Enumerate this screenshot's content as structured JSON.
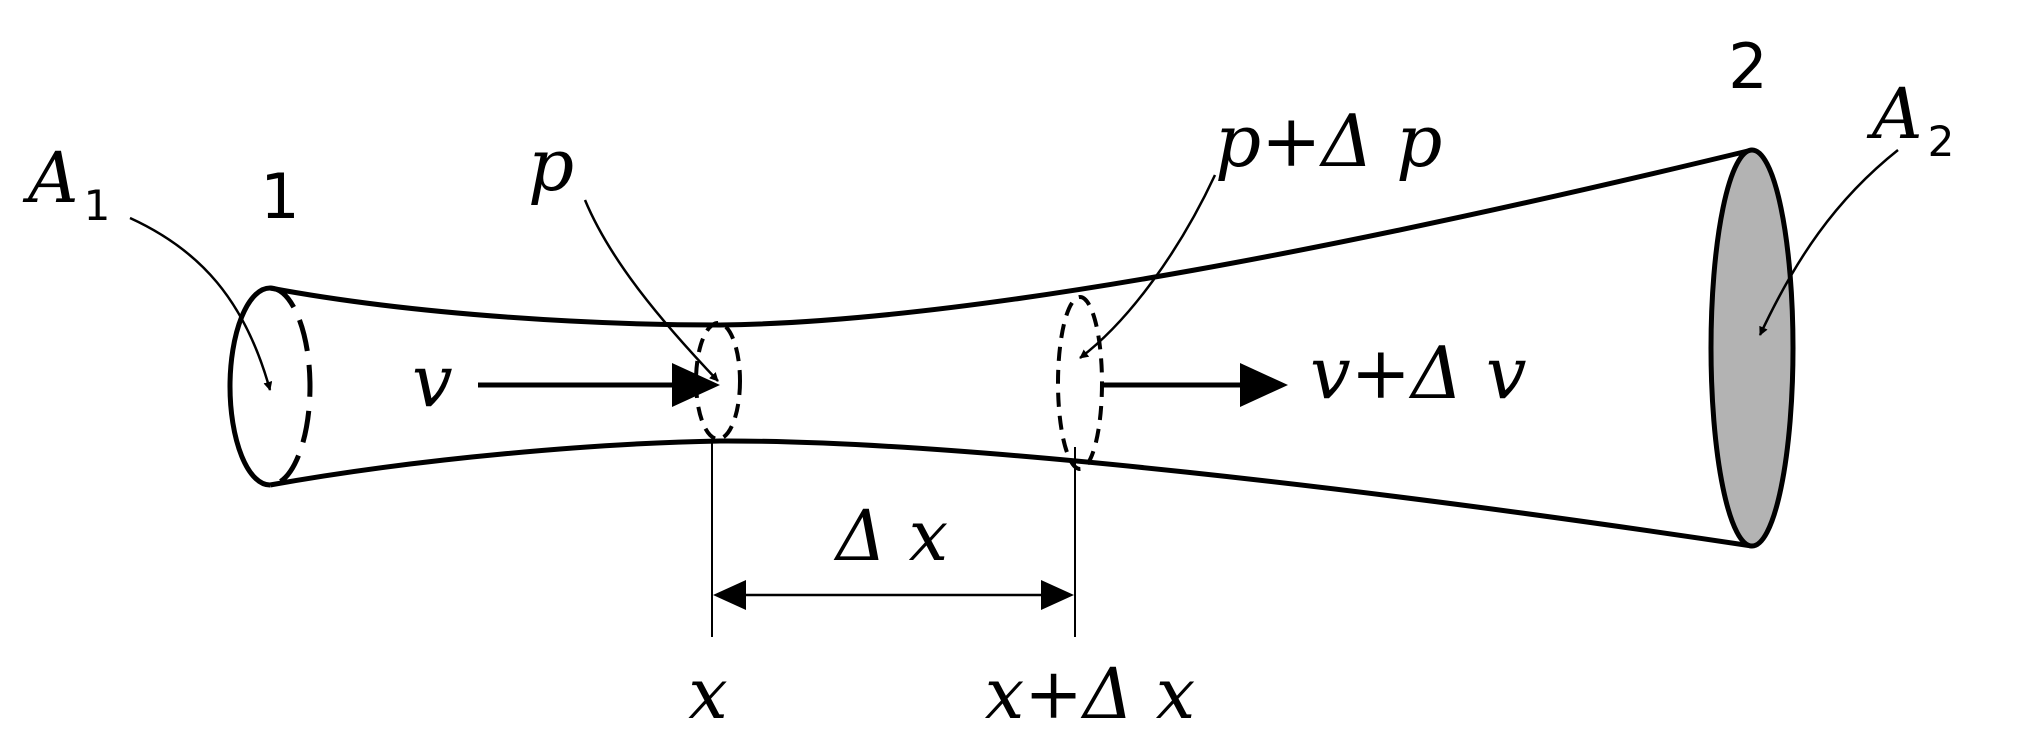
{
  "section_labels": {
    "section1": "1",
    "section2": "2"
  },
  "area_labels": {
    "a1_letter": "A",
    "a1_subscript": "1",
    "a2_letter": "A",
    "a2_subscript": "2"
  },
  "pressure_labels": {
    "p": "p",
    "p_plus_dp": "p+Δ p"
  },
  "velocity_labels": {
    "v": "v",
    "v_plus_dv": "v+Δ v"
  },
  "position_labels": {
    "dx": "Δ x",
    "x": "x",
    "x_plus_dx": "x+Δ x"
  },
  "colors": {
    "stroke": "#000000",
    "outlet_fill": "#b3b3b3",
    "background": "#ffffff"
  }
}
